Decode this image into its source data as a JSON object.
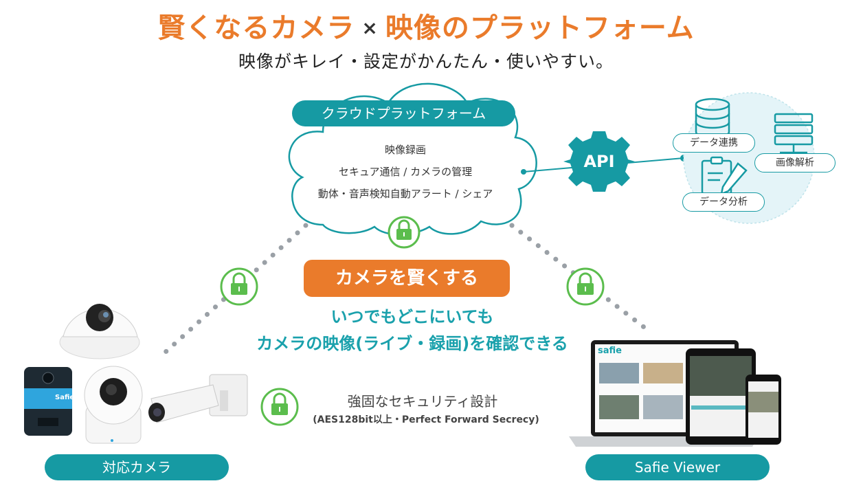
{
  "header": {
    "title_part1": "賢くなるカメラ",
    "title_times": "×",
    "title_part2": "映像のプラットフォーム",
    "subtitle": "映像がキレイ・設定がかんたん・使いやすい。"
  },
  "cloud": {
    "label": "クラウドプラットフォーム",
    "features": [
      "映像録画",
      "セキュア通信 / カメラの管理",
      "動体・音声検知自動アラート / シェア"
    ]
  },
  "api": {
    "label": "API",
    "items": [
      "データ連携",
      "画像解析",
      "データ分析"
    ]
  },
  "center": {
    "button": "カメラを賢くする",
    "line1": "いつでもどこにいても",
    "line2": "カメラの映像(ライブ・録画)を確認できる"
  },
  "security": {
    "title": "強固なセキュリティ設計",
    "detail": "(AES128bit以上・Perfect Forward Secrecy)"
  },
  "cameras": {
    "label": "対応カメラ",
    "brand_text": "Safie"
  },
  "viewer": {
    "label": "Safie Viewer",
    "app_logo": "safie"
  },
  "colors": {
    "teal": "#169aa3",
    "orange": "#ea7b2b",
    "green": "#5bbd4d"
  }
}
